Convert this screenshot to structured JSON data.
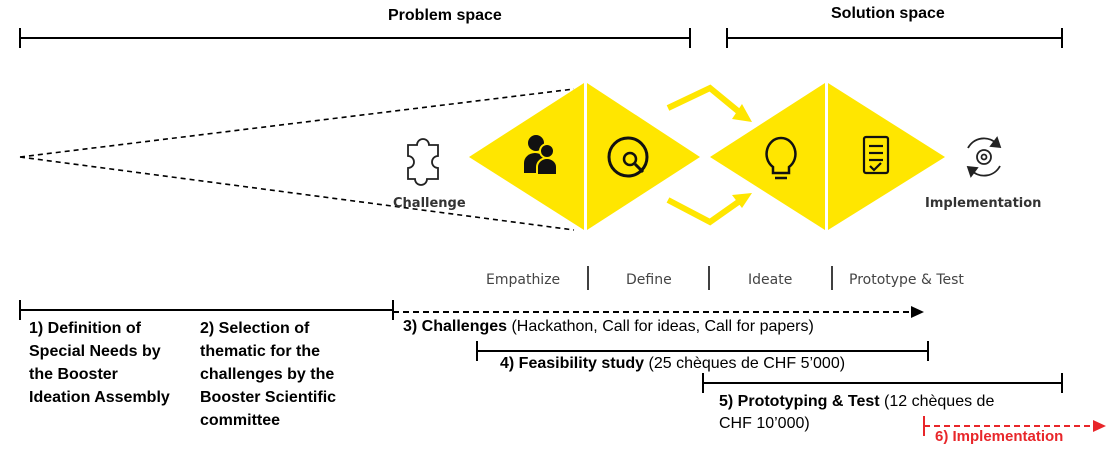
{
  "header": {
    "problem_space": "Problem space",
    "solution_space": "Solution space"
  },
  "icons": {
    "challenge": "Challenge",
    "implementation": "Implementation"
  },
  "stages": [
    "Empathize",
    "Define",
    "Ideate",
    "Prototype & Test"
  ],
  "steps": {
    "s1": "1) Definition of Special Needs by the Booster Ideation Assembly",
    "s2": "2) Selection of thematic for the challenges by the Booster Scientific committee",
    "s3_bold": "3) Challenges",
    "s3_rest": " (Hackathon, Call for ideas, Call for papers)",
    "s4_bold": "4) Feasibility study",
    "s4_rest": " (25 chèques de CHF 5’000)",
    "s5_bold": "5) Prototyping & Test",
    "s5_rest_line1": " (12 chèques de",
    "s5_rest_line2": "CHF 10’000)",
    "s6": "6) Implementation"
  },
  "colors": {
    "yellow": "#ffe600",
    "red": "#e8262a",
    "line": "#000000"
  }
}
